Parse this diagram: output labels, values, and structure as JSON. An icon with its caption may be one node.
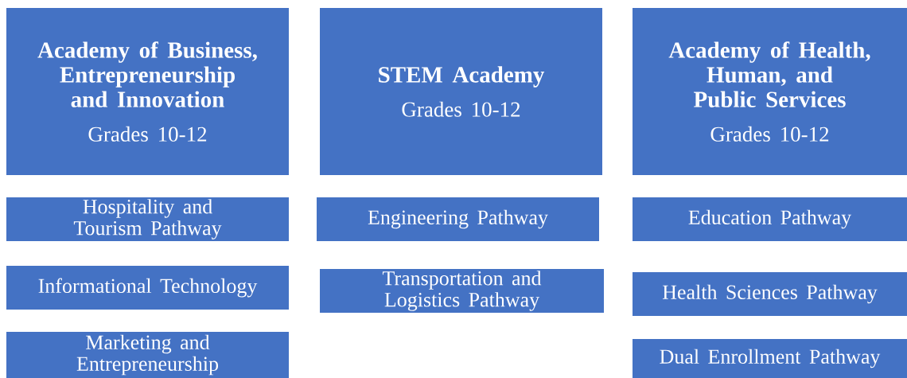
{
  "diagram": {
    "nodes": [
      {
        "text": [
          "Academy of Business, Entrepreneurship and Innovation",
          "Grades 10-12"
        ]
      },
      {
        "text": [
          "Hospitality and Tourism Pathway"
        ]
      },
      {
        "text": [
          "Informational Technology"
        ]
      },
      {
        "text": [
          "Marketing and Entrepreneurship"
        ]
      },
      {
        "text": [
          "STEM Academy",
          "Grades 10-12"
        ]
      },
      {
        "text": [
          "Engineering Pathway"
        ]
      },
      {
        "text": [
          "Transportation and Logistics Pathway"
        ]
      },
      {
        "text": [
          "Academy of Health, Human, and Public Services",
          "Grades 10-12"
        ]
      },
      {
        "text": [
          "Education Pathway"
        ]
      },
      {
        "text": [
          "Health Sciences Pathway"
        ]
      },
      {
        "text": [
          "Dual Enrollment Pathway"
        ]
      }
    ]
  }
}
